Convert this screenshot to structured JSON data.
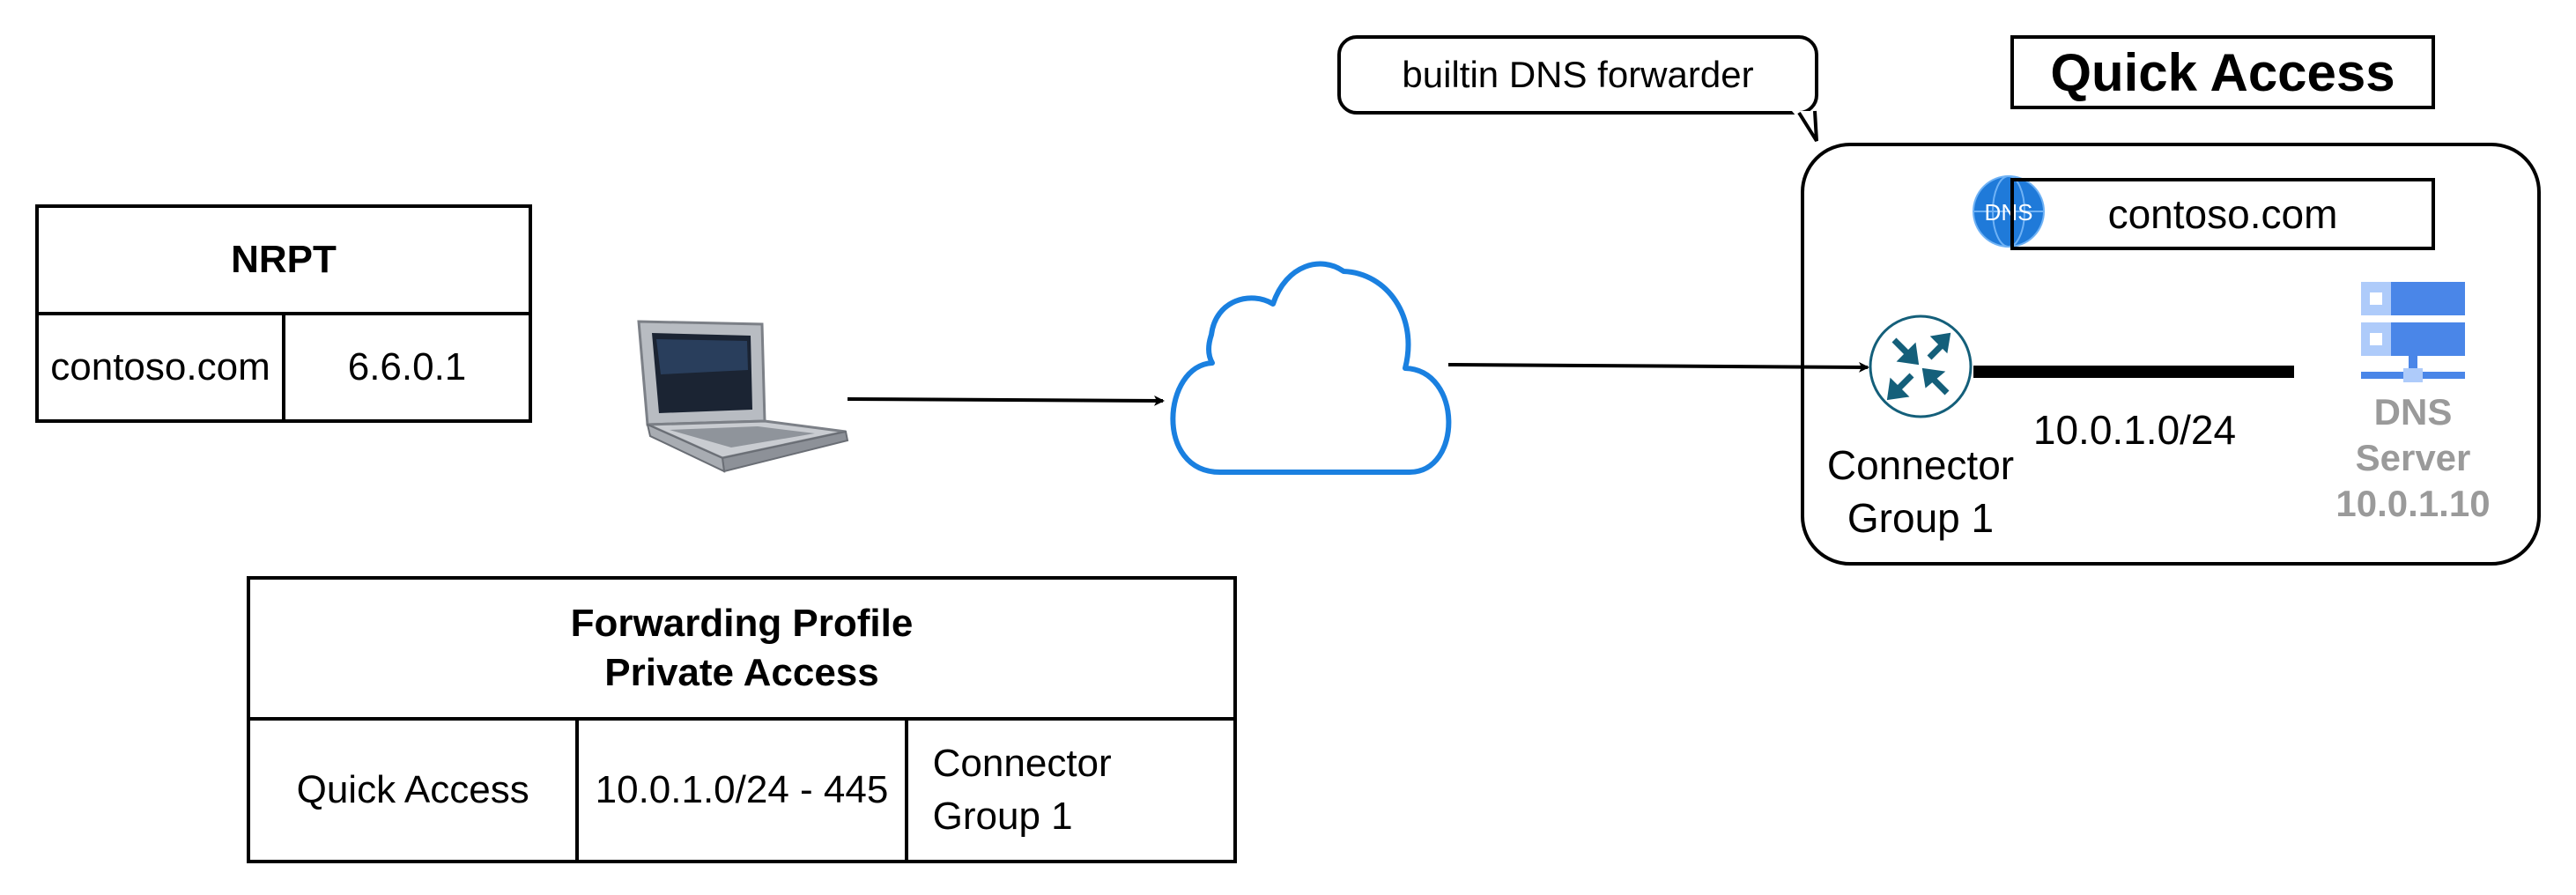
{
  "nrpt": {
    "title": "NRPT",
    "domain": "contoso.com",
    "ip": "6.6.0.1"
  },
  "forwarding_profile": {
    "title": "Forwarding Profile\nPrivate Access",
    "name": "Quick Access",
    "range": "10.0.1.0/24 - 445",
    "connector": "Connector\nGroup 1"
  },
  "callout": {
    "text": "builtin DNS forwarder"
  },
  "quick_access": {
    "title": "Quick Access",
    "domain": "contoso.com",
    "dns_badge": "DNS",
    "subnet": "10.0.1.0/24",
    "connector_label": "Connector\nGroup 1",
    "dns_server_label": "DNS\nServer\n10.0.1.10"
  },
  "icons": {
    "client": "laptop-icon",
    "network": "cloud-icon",
    "connector": "router-icon",
    "dns_server": "server-icon",
    "dns_badge": "globe-icon"
  },
  "colors": {
    "cloud": "#1a80e0",
    "router": "#145f7a",
    "server": "#4a86e8",
    "dns_badge": "#1f7ad9",
    "dns_server_text": "#9a9a9a"
  }
}
